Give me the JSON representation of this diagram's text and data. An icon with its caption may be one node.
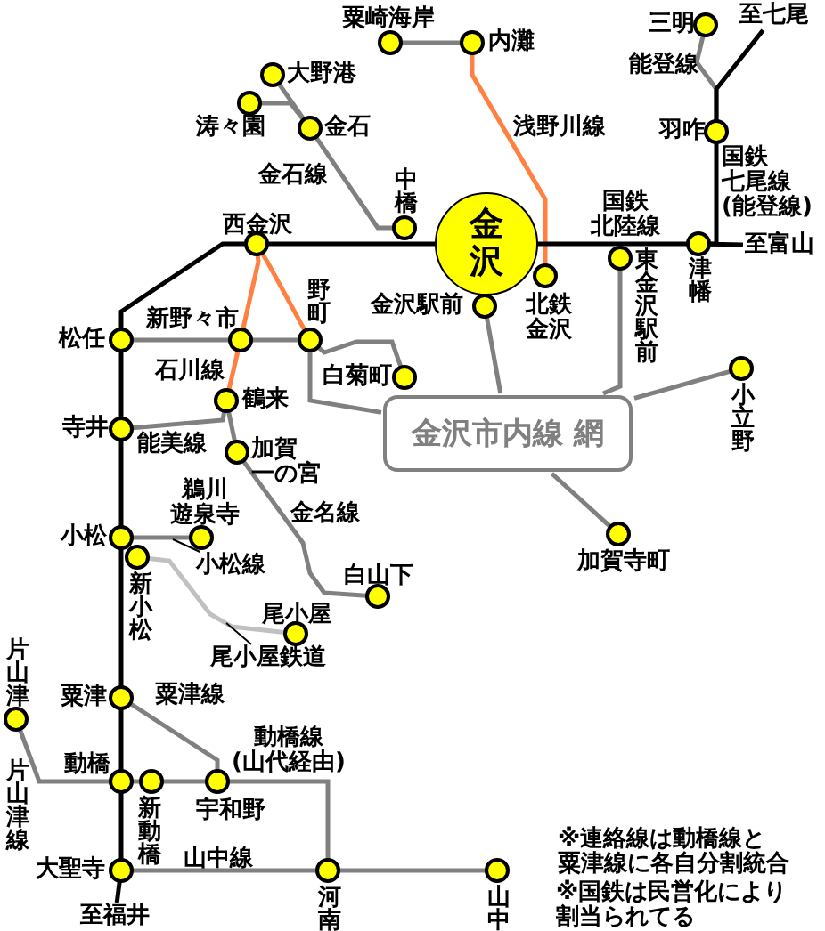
{
  "diagram": {
    "nodes": [
      {
        "text": [],
        "shape": "circle",
        "beside": [
          "粟崎海岸"
        ]
      },
      {
        "text": [],
        "shape": "circle",
        "beside": [
          "内灘"
        ]
      },
      {
        "text": [],
        "shape": "circle",
        "beside": [
          "三明"
        ]
      },
      {
        "text": [
          "至七尾"
        ]
      },
      {
        "text": [],
        "shape": "circle",
        "beside": [
          "大野港"
        ]
      },
      {
        "text": [],
        "shape": "circle",
        "beside": [
          "涛々園"
        ]
      },
      {
        "text": [],
        "shape": "circle",
        "beside": [
          "金石"
        ]
      },
      {
        "text": [],
        "shape": "circle",
        "beside": [
          "羽咋"
        ]
      },
      {
        "text": [],
        "shape": "circle",
        "beside": [
          "中橋"
        ]
      },
      {
        "text": [
          "金沢"
        ]
      },
      {
        "text": [],
        "shape": "circle",
        "beside": [
          "西金沢"
        ]
      },
      {
        "text": [],
        "shape": "circle",
        "beside": [
          "津幡"
        ]
      },
      {
        "text": [
          "至富山"
        ]
      },
      {
        "text": [],
        "shape": "circle",
        "beside": [
          "東金沢駅前"
        ]
      },
      {
        "text": [],
        "shape": "circle",
        "beside": [
          "北鉄金沢"
        ]
      },
      {
        "text": [],
        "shape": "circle",
        "beside": [
          "金沢駅前"
        ]
      },
      {
        "text": [],
        "shape": "circle",
        "beside": [
          "松任"
        ]
      },
      {
        "text": [],
        "shape": "circle",
        "beside": [
          "新野々市"
        ]
      },
      {
        "text": [],
        "shape": "circle",
        "beside": [
          "野町"
        ]
      },
      {
        "text": [],
        "shape": "circle",
        "beside": [
          "白菊町"
        ]
      },
      {
        "text": [],
        "shape": "circle",
        "beside": [
          "小立野"
        ]
      },
      {
        "text": [
          "金沢市内線 網"
        ]
      },
      {
        "text": [],
        "shape": "circle",
        "beside": [
          "鶴来"
        ]
      },
      {
        "text": [],
        "shape": "circle",
        "beside": [
          "寺井"
        ]
      },
      {
        "text": [],
        "shape": "circle",
        "beside": [
          "加賀一の宮"
        ]
      },
      {
        "text": [],
        "shape": "circle",
        "beside": [
          "加賀寺町"
        ]
      },
      {
        "text": [],
        "shape": "circle",
        "beside": [
          "鵜川遊泉寺"
        ]
      },
      {
        "text": [],
        "shape": "circle",
        "beside": [
          "小松"
        ]
      },
      {
        "text": [
          "小松線"
        ]
      },
      {
        "text": [],
        "shape": "circle",
        "beside": [
          "新小松"
        ]
      },
      {
        "text": [],
        "shape": "circle",
        "beside": [
          "白山下"
        ]
      },
      {
        "text": [],
        "shape": "circle",
        "beside": [
          "尾小屋"
        ]
      },
      {
        "text": [
          "尾小屋鉄道"
        ]
      },
      {
        "text": [],
        "shape": "circle",
        "beside": [
          "粟津"
        ]
      },
      {
        "text": [],
        "shape": "circle",
        "beside": [
          "片山津"
        ]
      },
      {
        "text": [],
        "shape": "circle",
        "beside": [
          "動橋"
        ]
      },
      {
        "text": [],
        "shape": "circle",
        "beside": [
          "新動橋"
        ]
      },
      {
        "text": [],
        "shape": "circle",
        "beside": [
          "宇和野"
        ]
      },
      {
        "text": [],
        "shape": "circle",
        "beside": [
          "大聖寺"
        ]
      },
      {
        "text": [],
        "shape": "circle",
        "beside": [
          "河南"
        ]
      },
      {
        "text": [],
        "shape": "circle",
        "beside": [
          "山中"
        ]
      },
      {
        "text": [
          "至福井"
        ]
      }
    ],
    "edges": [
      {
        "from": 0,
        "to": 1,
        "arrow": "none"
      },
      {
        "from": 1,
        "to": 14,
        "arrow": "none",
        "color": "#ff8040"
      },
      {
        "from": 4,
        "to": 6,
        "arrow": "none"
      },
      {
        "from": 5,
        "to": 6,
        "arrow": "none"
      },
      {
        "from": 6,
        "to": 8,
        "arrow": "none"
      },
      {
        "from": 7,
        "to": 2,
        "arrow": "none"
      },
      {
        "from": 7,
        "to": 3,
        "arrow": "none",
        "color": "#000000"
      },
      {
        "from": 16,
        "to": 10,
        "arrow": "none",
        "color": "#000000"
      },
      {
        "from": 10,
        "to": 9,
        "arrow": "none",
        "color": "#000000"
      },
      {
        "from": 9,
        "to": 11,
        "arrow": "none",
        "color": "#000000"
      },
      {
        "from": 11,
        "to": 12,
        "arrow": "none",
        "color": "#000000"
      },
      {
        "from": 11,
        "to": 7,
        "arrow": "none",
        "color": "#000000"
      },
      {
        "from": 10,
        "to": 17,
        "arrow": "none",
        "color": "#ff8040"
      },
      {
        "from": 10,
        "to": 18,
        "arrow": "none",
        "color": "#ff8040"
      },
      {
        "from": 17,
        "to": 22,
        "arrow": "none",
        "color": "#ff8040"
      },
      {
        "from": 16,
        "to": 17,
        "arrow": "none"
      },
      {
        "from": 17,
        "to": 18,
        "arrow": "none"
      },
      {
        "from": 18,
        "to": 19,
        "arrow": "none"
      },
      {
        "from": 18,
        "to": 21,
        "arrow": "none"
      },
      {
        "from": 15,
        "to": 21,
        "arrow": "none"
      },
      {
        "from": 13,
        "to": 21,
        "arrow": "none"
      },
      {
        "from": 20,
        "to": 21,
        "arrow": "none"
      },
      {
        "from": 25,
        "to": 21,
        "arrow": "none"
      },
      {
        "from": 22,
        "to": 23,
        "arrow": "none"
      },
      {
        "from": 22,
        "to": 24,
        "arrow": "none"
      },
      {
        "from": 24,
        "to": 30,
        "arrow": "none"
      },
      {
        "from": 27,
        "to": 26,
        "arrow": "none"
      },
      {
        "from": 29,
        "to": 31,
        "arrow": "none",
        "color": "#c0c0c0"
      },
      {
        "from": 28,
        "to": null,
        "arrow": "none",
        "color": "#000000"
      },
      {
        "from": 32,
        "to": null,
        "arrow": "none",
        "color": "#000000"
      },
      {
        "from": 33,
        "to": 37,
        "arrow": "none"
      },
      {
        "from": 34,
        "to": 35,
        "arrow": "none"
      },
      {
        "from": 35,
        "to": 36,
        "arrow": "none"
      },
      {
        "from": 36,
        "to": 37,
        "arrow": "none"
      },
      {
        "from": 37,
        "to": 39,
        "arrow": "none"
      },
      {
        "from": 38,
        "to": 39,
        "arrow": "none"
      },
      {
        "from": 39,
        "to": 40,
        "arrow": "none"
      },
      {
        "from": 16,
        "to": 23,
        "arrow": "none",
        "color": "#000000"
      },
      {
        "from": 23,
        "to": 27,
        "arrow": "none",
        "color": "#000000"
      },
      {
        "from": 27,
        "to": 33,
        "arrow": "none",
        "color": "#000000"
      },
      {
        "from": 33,
        "to": 35,
        "arrow": "none",
        "color": "#000000"
      },
      {
        "from": 35,
        "to": 38,
        "arrow": "none",
        "color": "#000000"
      },
      {
        "from": 38,
        "to": 41,
        "arrow": "none",
        "color": "#000000"
      }
    ],
    "labels": [
      "金石線",
      "浅野川線",
      "能登線",
      "国鉄七尾線(能登線)",
      "国鉄北陸線",
      "石川線",
      "能美線",
      "金名線",
      "粟津線",
      "動橋線(山代経由)",
      "片山津線",
      "山中線",
      "※連絡線は動橋線と粟津線に各自分割統合",
      "※国鉄は民営化により割当られてる"
    ]
  }
}
